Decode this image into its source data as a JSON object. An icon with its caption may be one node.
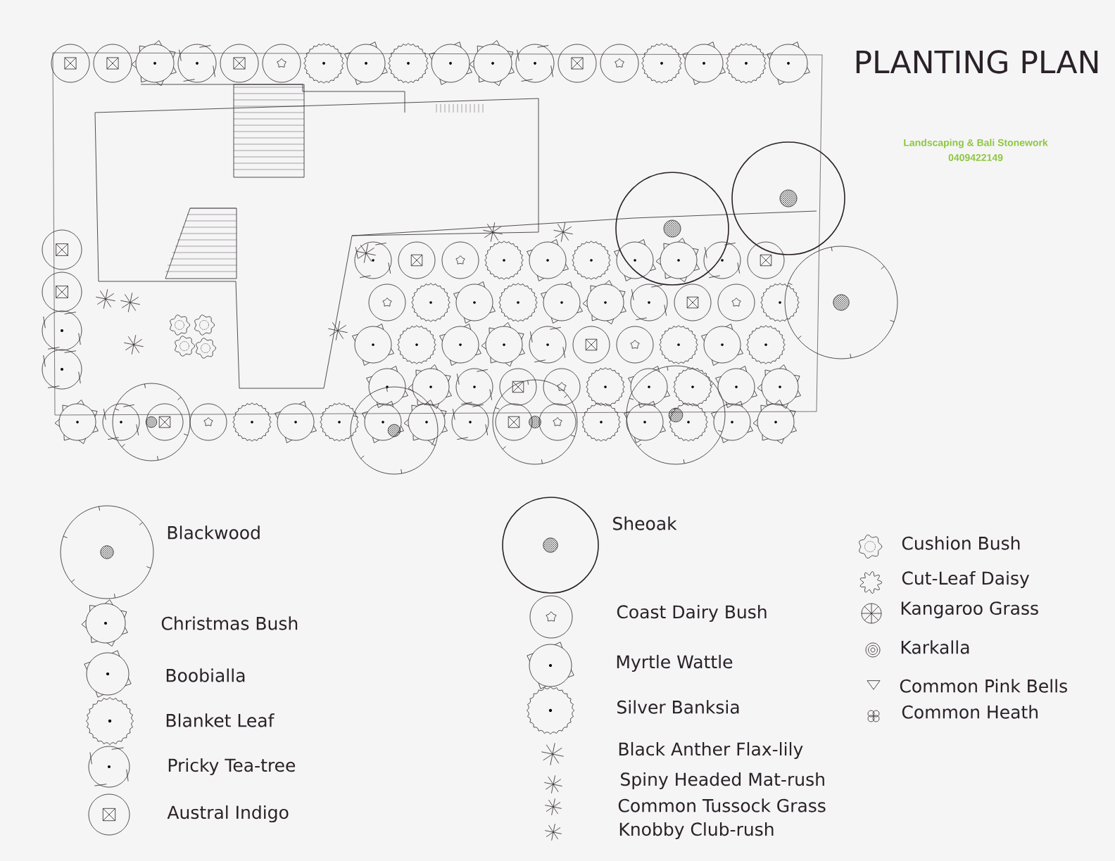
{
  "diagram": {
    "title": "PLANTING PLAN",
    "labels": [
      "Landscaping & Bali Stonework",
      "0409422149"
    ],
    "legend": [
      {
        "text": "Blackwood"
      },
      {
        "text": "Christmas Bush"
      },
      {
        "text": "Boobialla"
      },
      {
        "text": "Blanket Leaf"
      },
      {
        "text": "Pricky Tea-tree"
      },
      {
        "text": "Austral Indigo"
      },
      {
        "text": "Sheoak"
      },
      {
        "text": "Coast Dairy Bush"
      },
      {
        "text": "Myrtle Wattle"
      },
      {
        "text": "Silver Banksia"
      },
      {
        "text": "Black Anther Flax-lily"
      },
      {
        "text": "Spiny Headed Mat-rush"
      },
      {
        "text": "Common Tussock Grass"
      },
      {
        "text": "Knobby Club-rush"
      },
      {
        "text": "Cushion Bush"
      },
      {
        "text": "Cut-Leaf Daisy"
      },
      {
        "text": "Kangaroo Grass"
      },
      {
        "text": "Karkalla"
      },
      {
        "text": "Common Pink Bells"
      },
      {
        "text": "Common Heath"
      }
    ]
  }
}
